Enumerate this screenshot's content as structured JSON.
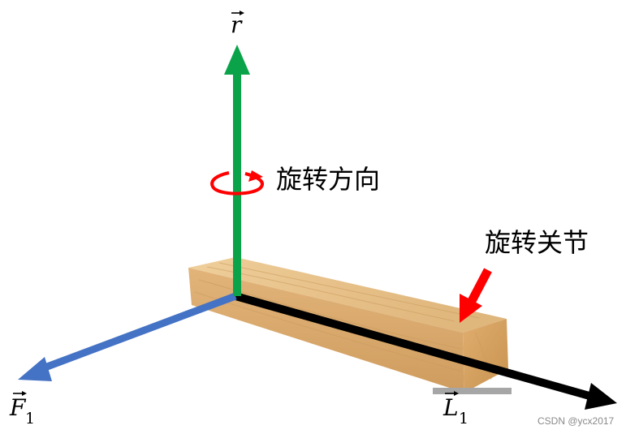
{
  "labels": {
    "r_vector": {
      "symbol": "r",
      "subscript": ""
    },
    "f1_vector": {
      "symbol": "F",
      "subscript": "1"
    },
    "l1_vector": {
      "symbol": "L",
      "subscript": "1"
    },
    "rotation_direction": "旋转方向",
    "rotation_joint": "旋转关节"
  },
  "watermark": "CSDN @ycx2017",
  "colors": {
    "r_arrow": "#0aa34a",
    "f1_arrow": "#4472c4",
    "l1_arrow": "#000000",
    "pointer_arrow": "#ff0000",
    "rotation_symbol": "#ff0000",
    "wood_top": "#e9c48f",
    "wood_front": "#dcae73",
    "wood_end": "#d7a366"
  },
  "icons": {
    "rotation_symbol": "circular-rotation-icon",
    "pointer": "red-pointer-arrow"
  }
}
